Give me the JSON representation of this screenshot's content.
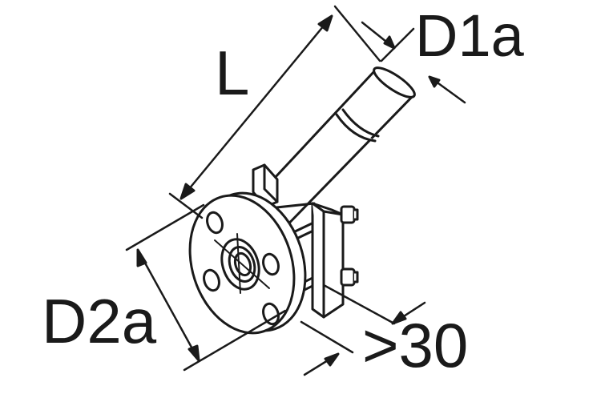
{
  "labels": {
    "length": "L",
    "pipe_outer_diameter": "D1a",
    "flange_outer_diameter": "D2a",
    "min_clearance": ">30"
  },
  "colors": {
    "stroke": "#1a1a1a",
    "fill": "#ffffff",
    "background": "#ffffff"
  }
}
